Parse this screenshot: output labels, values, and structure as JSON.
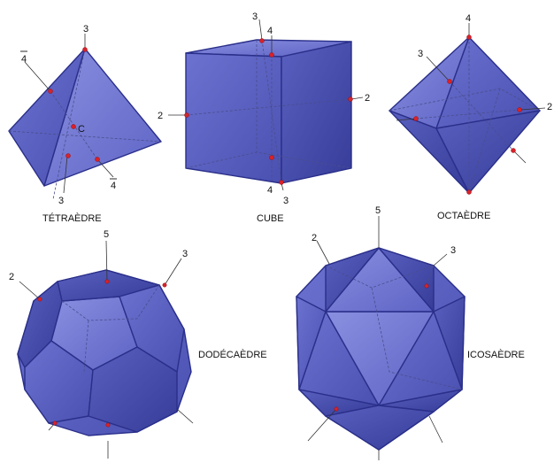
{
  "solids": {
    "tetrahedron": {
      "title": "TÉTRAÈDRE",
      "labels": {
        "a": "3",
        "b": "4",
        "c": "C",
        "d": "3",
        "e": "4"
      }
    },
    "cube": {
      "title": "CUBE",
      "labels": {
        "a": "3",
        "b": "4",
        "c": "2",
        "d": "2",
        "e": "4",
        "f": "3"
      }
    },
    "octahedron": {
      "title": "OCTAÈDRE",
      "labels": {
        "a": "4",
        "b": "3",
        "c": "2"
      }
    },
    "dodecahedron": {
      "title": "DODÉCAÈDRE",
      "labels": {
        "a": "5",
        "b": "2",
        "c": "3"
      }
    },
    "icosahedron": {
      "title": "ICOSAÈDRE",
      "labels": {
        "a": "5",
        "b": "2",
        "c": "3"
      }
    }
  },
  "colors": {
    "face_light": "#7a80d8",
    "face_mid": "#5a60c0",
    "face_dark": "#3e44a2",
    "edge": "#22277a",
    "marker": "#d8222a"
  }
}
